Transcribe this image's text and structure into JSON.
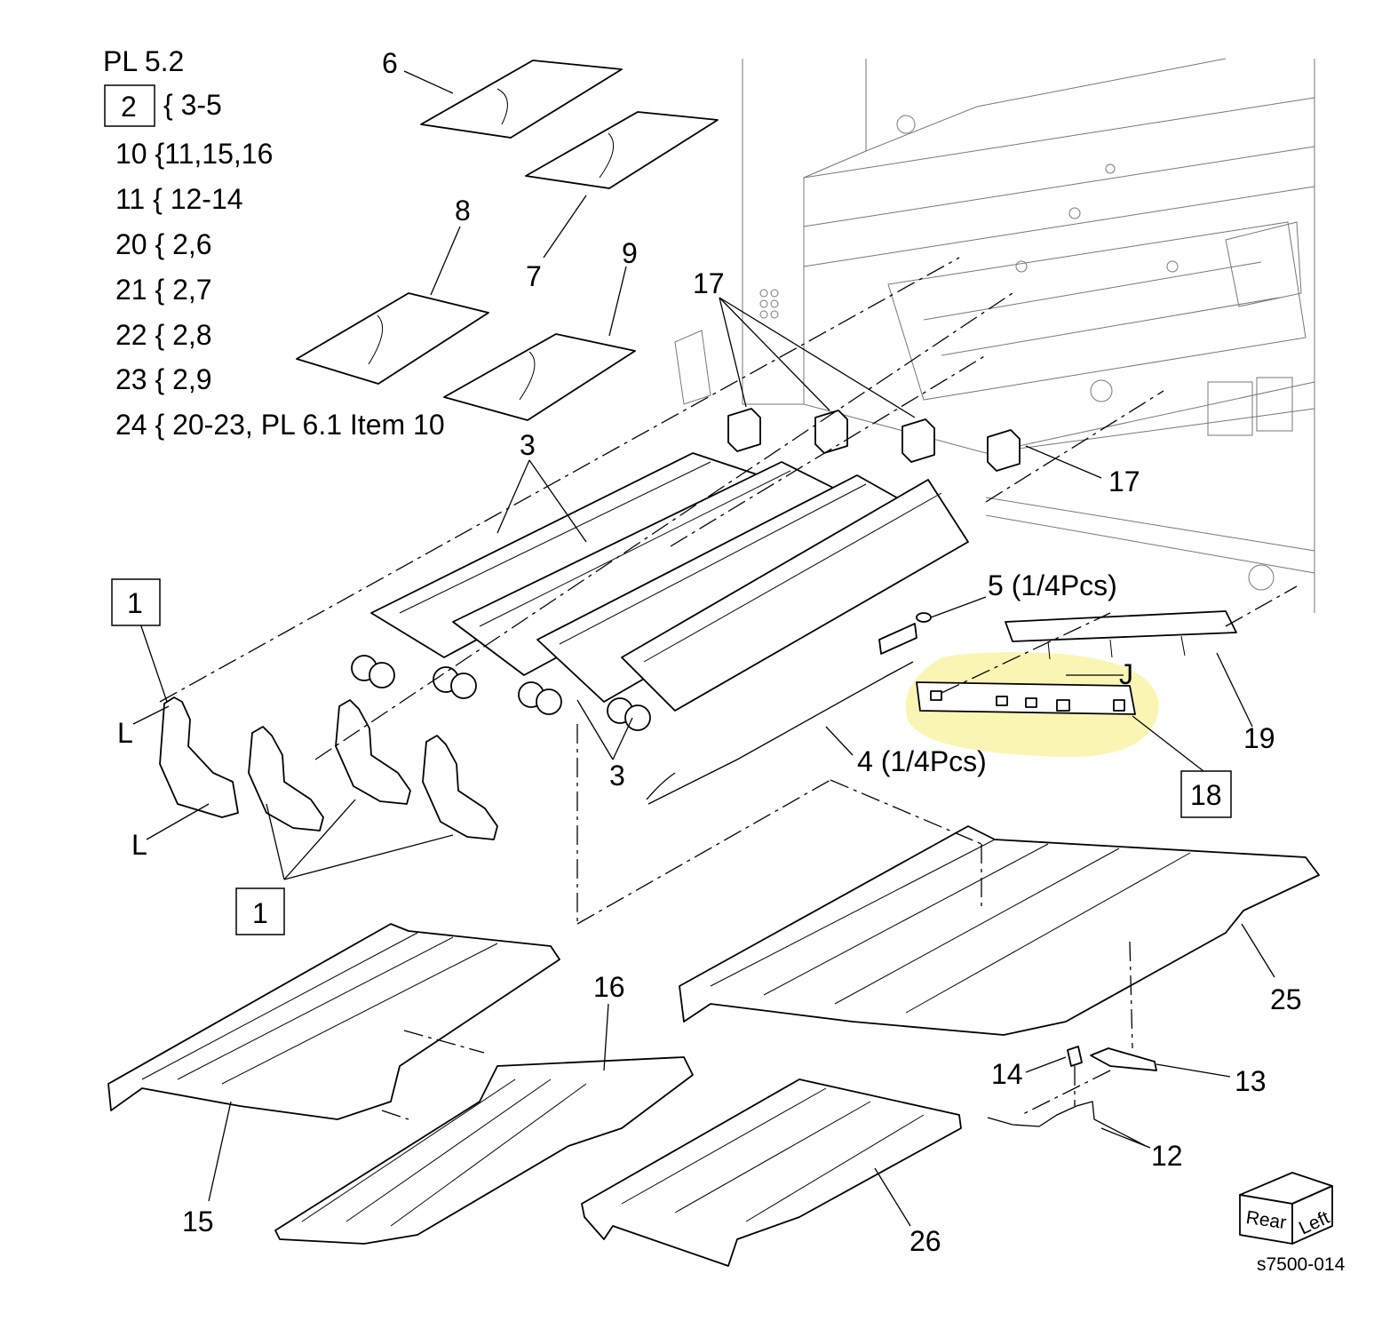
{
  "legend": {
    "title": "PL 5.2",
    "lines": [
      {
        "ref": "2",
        "text": "{ 3-5",
        "boxed": true
      },
      {
        "ref": "",
        "text": "10 {11,15,16",
        "boxed": false
      },
      {
        "ref": "",
        "text": "11 { 12-14",
        "boxed": false
      },
      {
        "ref": "",
        "text": "20 { 2,6",
        "boxed": false
      },
      {
        "ref": "",
        "text": "21 { 2,7",
        "boxed": false
      },
      {
        "ref": "",
        "text": "22 { 2,8",
        "boxed": false
      },
      {
        "ref": "",
        "text": "23 { 2,9",
        "boxed": false
      },
      {
        "ref": "",
        "text": "24 { 20-23, PL 6.1 Item 10",
        "boxed": false
      }
    ]
  },
  "callouts": {
    "c6": "6",
    "c7": "7",
    "c8": "8",
    "c9": "9",
    "c17a": "17",
    "c17b": "17",
    "c3a": "3",
    "c3b": "3",
    "c1a": "1",
    "c1b": "1",
    "cLa": "L",
    "cLb": "L",
    "cJ": "J",
    "c5": "5 (1/4Pcs)",
    "c4": "4 (1/4Pcs)",
    "c18": "18",
    "c19": "19",
    "c16": "16",
    "c15": "15",
    "c25": "25",
    "c14": "14",
    "c13": "13",
    "c12": "12",
    "c26": "26"
  },
  "orientation_cube": {
    "face_front": "Rear",
    "face_side": "Left"
  },
  "figure_id": "s7500-014",
  "highlight_color": "#fbf5b4"
}
